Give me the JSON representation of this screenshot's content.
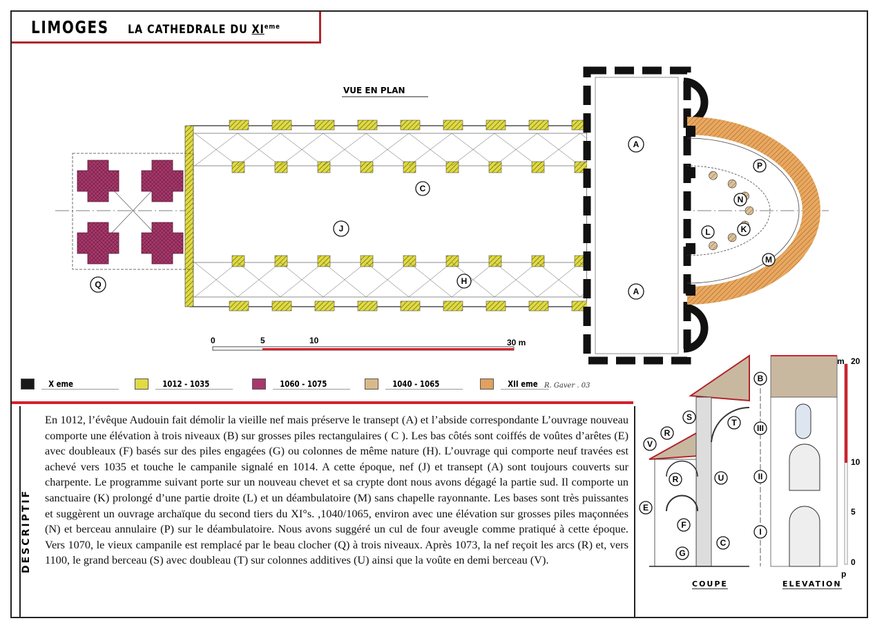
{
  "title": {
    "city": "LIMOGES",
    "subtitle": "LA CATHEDRALE DU ",
    "century": "XI",
    "century_suffix": "eme"
  },
  "plan": {
    "heading": "VUE EN PLAN",
    "labels": {
      "transept_north": "A",
      "transept_south": "A",
      "nave": "J",
      "piers": "C",
      "columns": "H",
      "tower": "Q",
      "ambulatory_vault": "P",
      "masonry_piers": "N",
      "straight_part": "L",
      "sanctuary": "K",
      "ambulatory": "M"
    },
    "scale": {
      "ticks": [
        "0",
        "5",
        "10",
        "30 m"
      ]
    }
  },
  "legend": [
    {
      "label": "X eme",
      "color": "#1a1a1a"
    },
    {
      "label": "1012 - 1035",
      "color": "#d8d23a"
    },
    {
      "label": "1060 - 1075",
      "color": "#a8386a"
    },
    {
      "label": "1040 - 1065",
      "color": "#d9b98a"
    },
    {
      "label": "XII eme",
      "color": "#e0a060"
    }
  ],
  "signature": "R. Gaver . 03",
  "section_title": "DESCRIPTIF",
  "description": "En 1012, l’évêque Audouin fait démolir la vieille nef mais préserve le transept (A) et l’abside correspondante L’ouvrage nouveau comporte une élévation à trois niveaux (B) sur grosses piles rectangulaires ( C ). Les bas côtés sont coiffés de voûtes d’arêtes (E) avec doubleaux (F) basés sur des piles engagées (G) ou colonnes de même nature (H). L’ouvrage qui comporte neuf travées est achevé vers 1035 et touche le campanile signalé en 1014. A cette époque, nef (J) et transept (A) sont toujours couverts sur charpente. Le programme suivant porte sur un nouveau chevet et sa crypte dont nous avons dégagé la partie sud. Il comporte un sanctuaire (K) prolongé d’une partie droite (L) et un déambulatoire (M) sans chapelle rayonnante. Les bases sont très puissantes et suggèrent un ouvrage archaïque du second tiers du XI°s. ,1040/1065, environ avec une élévation sur grosses piles maçonnées (N) et berceau annulaire (P) sur le déambulatoire. Nous avons suggéré un cul de four aveugle comme pratiqué à cette époque. Vers 1070, le vieux campanile est remplacé par le beau clocher (Q) à trois niveaux. Après 1073, la nef reçoit les arcs (R) et, vers 1100, le grand berceau (S) avec doubleau (T) sur colonnes additives (U) ainsi que la voûte en demi berceau (V).",
  "coupe": {
    "caption": "COUPE",
    "labels": {
      "s": "S",
      "t": "T",
      "r1": "R",
      "r2": "R",
      "v": "V",
      "u": "U",
      "e": "E",
      "f": "F",
      "g": "G",
      "c": "C"
    }
  },
  "elevation": {
    "caption": "ELEVATION",
    "levels": {
      "b": "B",
      "iii": "III",
      "ii": "II",
      "i": "I"
    },
    "scale": {
      "unit": "m",
      "top": "20",
      "mid": "10",
      "low": "5",
      "zero": "0",
      "p": "p"
    }
  }
}
